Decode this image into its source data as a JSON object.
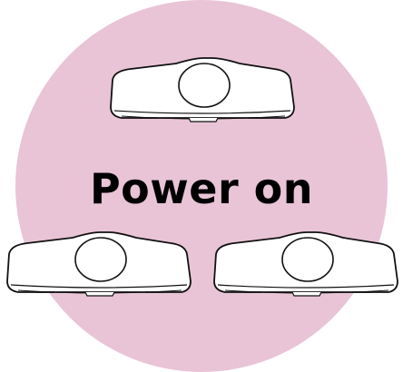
{
  "label": "Power on",
  "colors": {
    "background_circle": "#e8c4d6",
    "projector_body": "#ffffff",
    "outline": "#111111"
  },
  "projectors": [
    {
      "name": "projector-top",
      "icon": "projector-icon"
    },
    {
      "name": "projector-bottom-left",
      "icon": "projector-icon"
    },
    {
      "name": "projector-bottom-right",
      "icon": "projector-icon"
    }
  ]
}
